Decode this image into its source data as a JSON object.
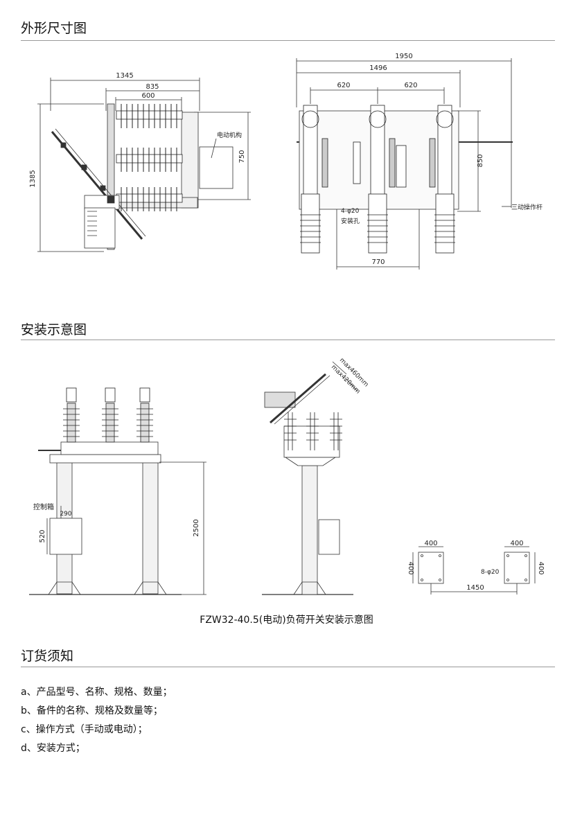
{
  "sections": {
    "dimensions": {
      "title": "外形尺寸图"
    },
    "installation": {
      "title": "安装示意图"
    },
    "ordering": {
      "title": "订货须知"
    }
  },
  "side_view": {
    "dims": {
      "d1345": "1345",
      "d835": "835",
      "d600": "600",
      "d1385": "1385",
      "d750": "750"
    },
    "label_motor": "电动机构"
  },
  "front_view": {
    "dims": {
      "d1950": "1950",
      "d1496": "1496",
      "d620a": "620",
      "d620b": "620",
      "d850": "850",
      "d770": "770"
    },
    "label_holes": "4-φ20",
    "label_holes2": "安装孔",
    "label_rod": "三动操作杆"
  },
  "install_front": {
    "dims": {
      "d2500": "2500",
      "d520": "520",
      "d290": "290"
    },
    "label_box": "控制箱"
  },
  "install_side": {
    "label_max460": "max460mm",
    "label_max420": "max420mm"
  },
  "base_plan": {
    "dims": {
      "d400a": "400",
      "d400b": "400",
      "d400c": "400",
      "d400d": "400",
      "d1450": "1450"
    },
    "label_holes": "8-φ20"
  },
  "caption": "FZW32-40.5(电动)负荷开关安装示意图",
  "ordering": {
    "items": [
      "a、产品型号、名称、规格、数量；",
      "b、备件的名称、规格及数量等；",
      "c、操作方式（手动或电动）；",
      "d、安装方式；"
    ]
  }
}
